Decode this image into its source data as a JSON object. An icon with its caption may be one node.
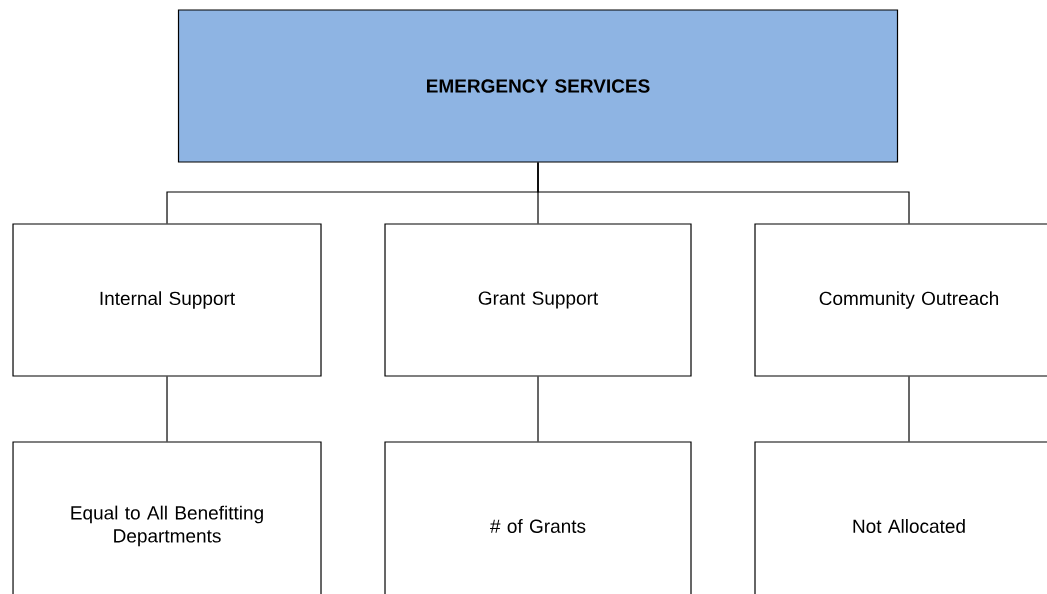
{
  "diagram": {
    "nodes": [
      {
        "text": [
          "EMERGENCY SERVICES"
        ]
      },
      {
        "text": [
          "Internal Support"
        ]
      },
      {
        "text": [
          "Grant Support"
        ]
      },
      {
        "text": [
          "Community Outreach"
        ]
      },
      {
        "text": [
          "Equal to All Benefitting Departments"
        ]
      },
      {
        "text": [
          "# of Grants"
        ]
      },
      {
        "text": [
          "Not Allocated"
        ]
      }
    ],
    "edges": [
      {
        "from": 0,
        "to": 1,
        "arrow": "none"
      },
      {
        "from": 0,
        "to": 2,
        "arrow": "none"
      },
      {
        "from": 0,
        "to": 3,
        "arrow": "none"
      },
      {
        "from": 1,
        "to": 4,
        "arrow": "none"
      },
      {
        "from": 2,
        "to": 5,
        "arrow": "none"
      },
      {
        "from": 3,
        "to": 6,
        "arrow": "none"
      }
    ]
  }
}
